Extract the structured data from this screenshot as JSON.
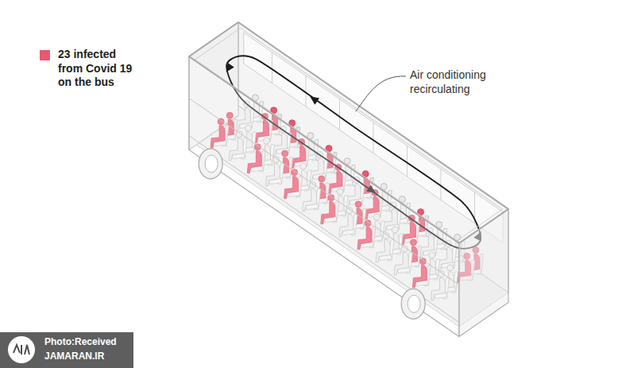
{
  "diagram": {
    "labels": [
      "Air conditioning recirculating",
      "Photo:Received",
      "JAMARAN.IR"
    ],
    "legend": [
      {
        "text": "23 infected from Covid 19 on the bus",
        "color": "#ea5870"
      }
    ]
  }
}
